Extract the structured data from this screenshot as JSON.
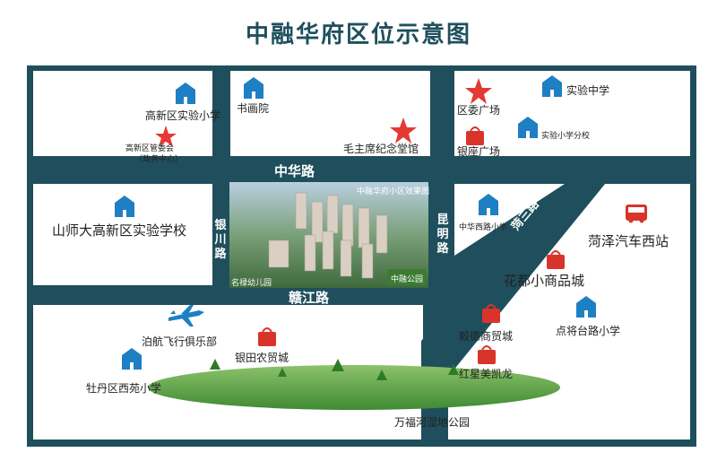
{
  "title": "中融华府区位示意图",
  "colors": {
    "road": "#1f4f5c",
    "block": "#ffffff",
    "star": "#e53935",
    "school": "#1e7fc4",
    "shop": "#d9342b",
    "park": "#4e9a3c"
  },
  "roads": {
    "zhonghua": "中华路",
    "ganjiang": "赣江路",
    "yinchuan": "银川路",
    "kunming": "昆明路",
    "hesan": "菏三路"
  },
  "photo": {
    "top_label": "中融华府小区效果图",
    "kindergarten": "名禄幼儿园",
    "park": "中融公园"
  },
  "places": {
    "gaoxin_school": "高新区实验小学",
    "shuhuayuan": "书画院",
    "gaoxin_committee": "高新区管委会",
    "gov_center": "（政务中心）",
    "mao_hall": "毛主席纪念堂馆",
    "district_square": "区委广场",
    "shiyan_middle": "实验中学",
    "yinzuo": "银座广场",
    "shiyan_branch": "实验小学分校",
    "shanshi": "山师大高新区实验学校",
    "zhonghua_west": "中华西路小学",
    "heze_station": "菏泽汽车西站",
    "huadu": "花都小商品城",
    "bohang": "泊航飞行俱乐部",
    "yidetrade": "毅德商贸城",
    "dianjiang": "点将台路小学",
    "yintian": "银田农贸城",
    "mudan_west": "牡丹区西苑小学",
    "hongxing": "红星美凯龙",
    "wanfu": "万福河湿地公园"
  },
  "icons": {
    "school": "school-icon",
    "star": "star-icon",
    "shop": "shopping-bag-icon",
    "bus": "bus-icon",
    "plane": "airplane-icon"
  }
}
